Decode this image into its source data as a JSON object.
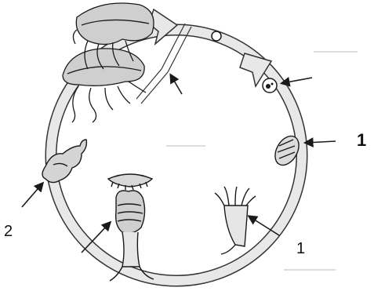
{
  "diagram": {
    "labels": {
      "right_bold": "1",
      "left": "2",
      "bottom_right": "1"
    },
    "colors": {
      "ring": "#d0d0d0",
      "ink": "#1a1a1a",
      "background": "#ffffff"
    }
  }
}
